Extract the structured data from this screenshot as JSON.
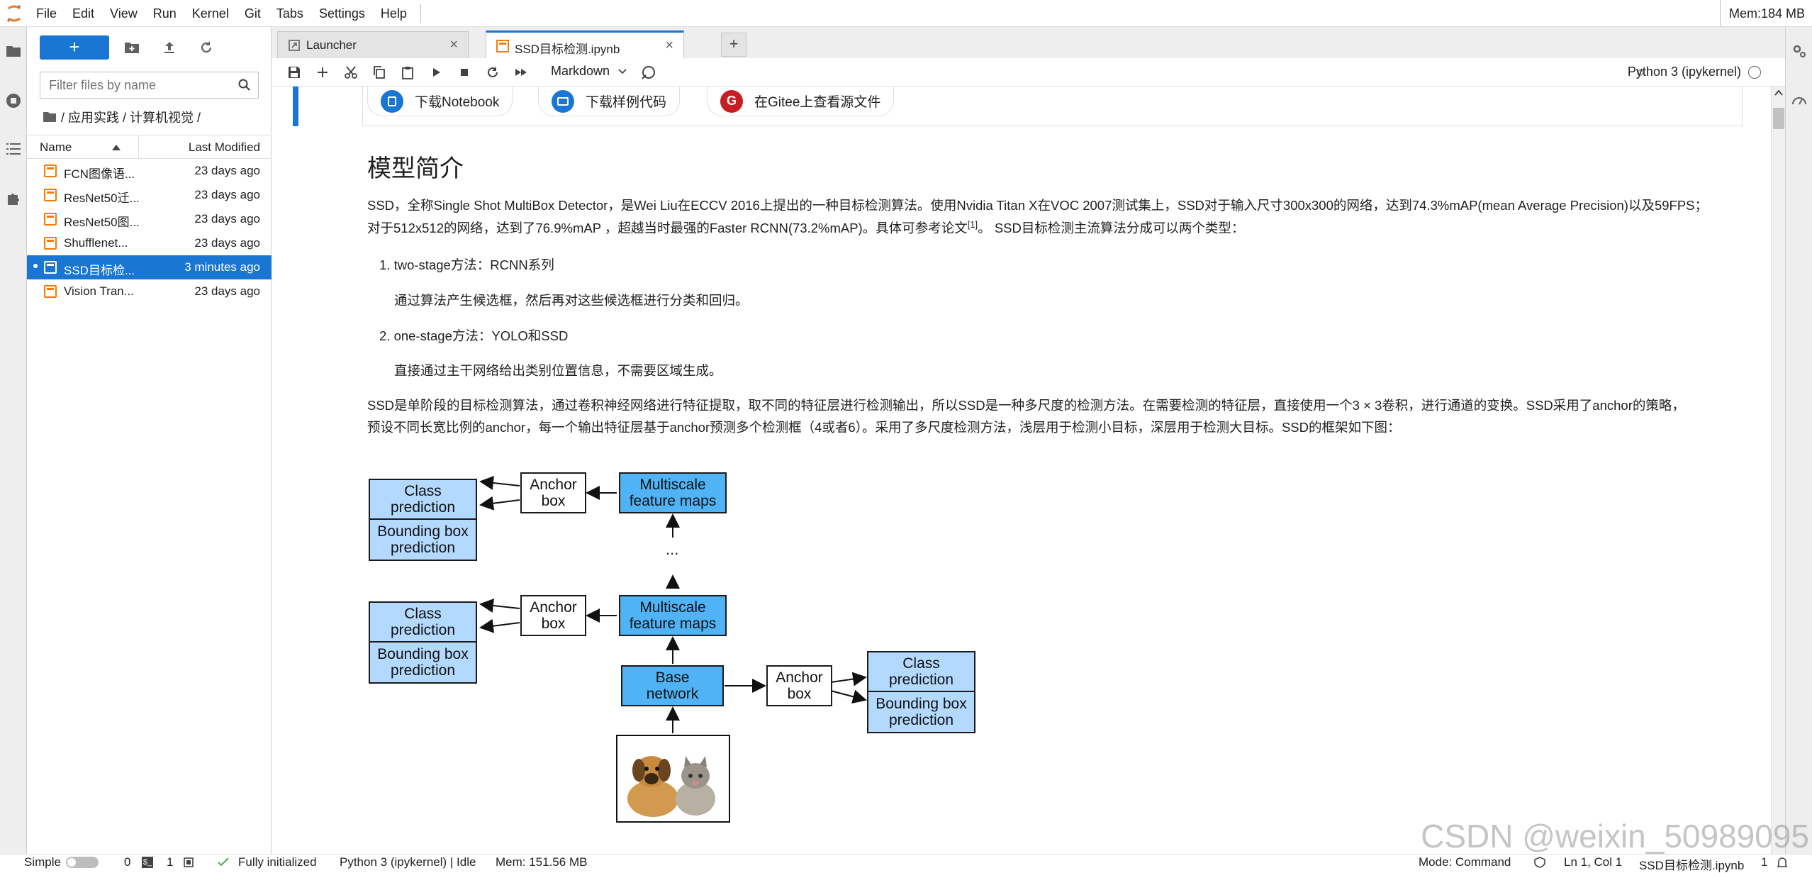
{
  "menubar": {
    "items": [
      "File",
      "Edit",
      "View",
      "Run",
      "Kernel",
      "Git",
      "Tabs",
      "Settings",
      "Help"
    ],
    "memory": "Mem:184 MB"
  },
  "filebrowser": {
    "new_label": "+",
    "filter_placeholder": "Filter files by name",
    "breadcrumb": "/ 应用实践 / 计算机视觉 /",
    "col_name": "Name",
    "col_modified": "Last Modified",
    "files": [
      {
        "name": "FCN图像语...",
        "modified": "23 days ago"
      },
      {
        "name": "ResNet50迁...",
        "modified": "23 days ago"
      },
      {
        "name": "ResNet50图...",
        "modified": "23 days ago"
      },
      {
        "name": "Shufflenet...",
        "modified": "23 days ago"
      },
      {
        "name": "SSD目标检...",
        "modified": "3 minutes ago",
        "selected": true
      },
      {
        "name": "Vision Tran...",
        "modified": "23 days ago"
      }
    ]
  },
  "tabs": [
    {
      "label": "Launcher",
      "active": false
    },
    {
      "label": "SSD目标检测.ipynb",
      "active": true
    }
  ],
  "toolbar": {
    "cell_type": "Markdown",
    "kernel": "Python 3 (ipykernel)"
  },
  "notebook": {
    "links": [
      "下载Notebook",
      "下载样例代码",
      "在Gitee上查看源文件"
    ],
    "heading": "模型简介",
    "para1_line1": "SSD，全称Single Shot MultiBox Detector，是Wei Liu在ECCV 2016上提出的一种目标检测算法。使用Nvidia Titan X在VOC 2007测试集上，SSD对于输入尺寸300x300的网络，达到74.3%mAP(mean Average Precision)以及59FPS；",
    "para1_line2a": "对于512x512的网络，达到了76.9%mAP ，超越当时最强的Faster RCNN(73.2%mAP)。具体可参考论文",
    "para1_ref": "[1]",
    "para1_line2b": "。 SSD目标检测主流算法分成可以两个类型：",
    "item1_title": "1. two-stage方法：RCNN系列",
    "item1_desc": "通过算法产生候选框，然后再对这些候选框进行分类和回归。",
    "item2_title": "2. one-stage方法：YOLO和SSD",
    "item2_desc": "直接通过主干网络给出类别位置信息，不需要区域生成。",
    "para2_line1": "SSD是单阶段的目标检测算法，通过卷积神经网络进行特征提取，取不同的特征层进行检测输出，所以SSD是一种多尺度的检测方法。在需要检测的特征层，直接使用一个3 × 3卷积，进行通道的变换。SSD采用了anchor的策略，",
    "para2_line2": "预设不同长宽比例的anchor，每一个输出特征层基于anchor预测多个检测框（4或者6）。采用了多尺度检测方法，浅层用于检测小目标，深层用于检测大目标。SSD的框架如下图："
  },
  "diagram": {
    "class_prediction": "Class prediction",
    "bbox_prediction": "Bounding box prediction",
    "anchor_box": "Anchor box",
    "multiscale": "Multiscale feature maps",
    "ellipsis": "...",
    "base_network": "Base network"
  },
  "statusbar": {
    "mode_label": "Simple",
    "terminals": "0",
    "kernels": "1",
    "init_status": "Fully initialized",
    "kernel_status": "Python 3 (ipykernel) | Idle",
    "mem": "Mem: 151.56 MB",
    "command_mode": "Mode: Command",
    "cursor": "Ln 1, Col 1",
    "filename": "SSD目标检测.ipynb",
    "notifications": "1"
  },
  "watermark": "CSDN @weixin_50989095",
  "colors": {
    "accent": "#1976d2",
    "light_box": "#b3d9ff",
    "dark_box": "#4fb3f6",
    "notebook_icon": "#f57c00"
  }
}
